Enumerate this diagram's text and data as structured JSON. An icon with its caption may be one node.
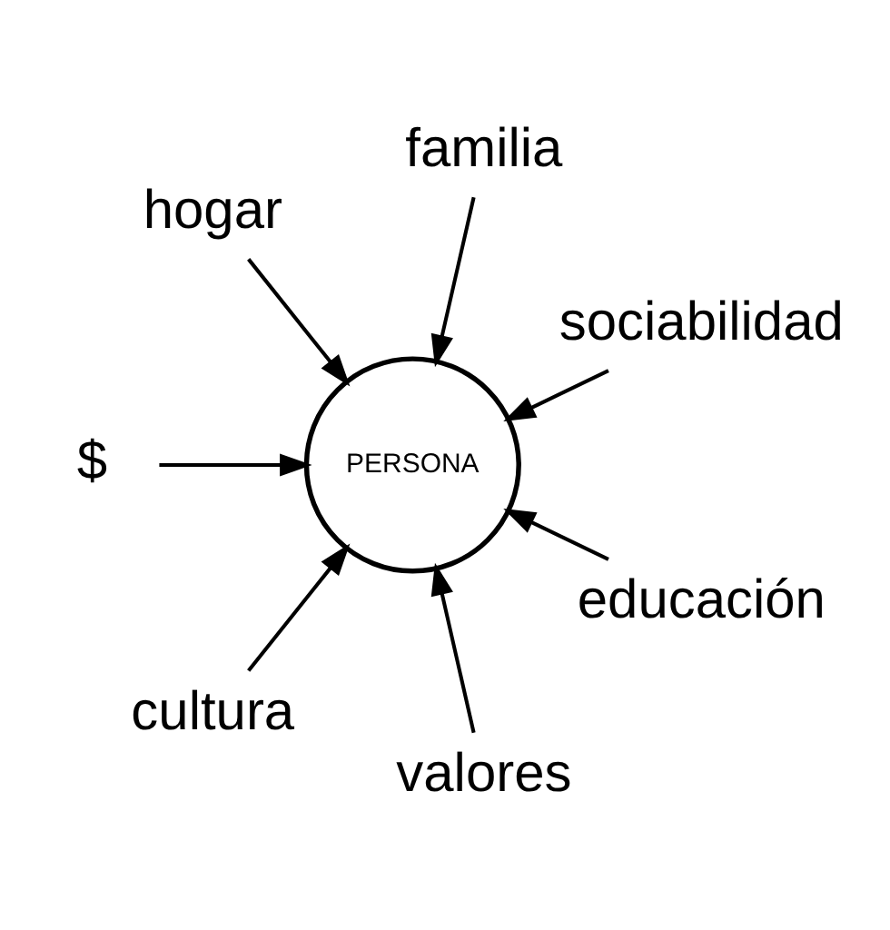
{
  "diagram": {
    "nodes": [
      {
        "text": [
          "PERSONA"
        ]
      },
      {
        "text": [
          "sociabilidad"
        ]
      },
      {
        "text": [
          "familia"
        ]
      },
      {
        "text": [
          "hogar"
        ]
      },
      {
        "text": [
          "$"
        ]
      },
      {
        "text": [
          "cultura"
        ]
      },
      {
        "text": [
          "valores"
        ]
      },
      {
        "text": [
          "educación"
        ]
      }
    ],
    "edges": [
      {
        "from": 1,
        "to": 0,
        "arrow": "to"
      },
      {
        "from": 2,
        "to": 0,
        "arrow": "to"
      },
      {
        "from": 3,
        "to": 0,
        "arrow": "to"
      },
      {
        "from": 4,
        "to": 0,
        "arrow": "to"
      },
      {
        "from": 5,
        "to": 0,
        "arrow": "to"
      },
      {
        "from": 6,
        "to": 0,
        "arrow": "to"
      },
      {
        "from": 7,
        "to": 0,
        "arrow": "to"
      }
    ]
  }
}
